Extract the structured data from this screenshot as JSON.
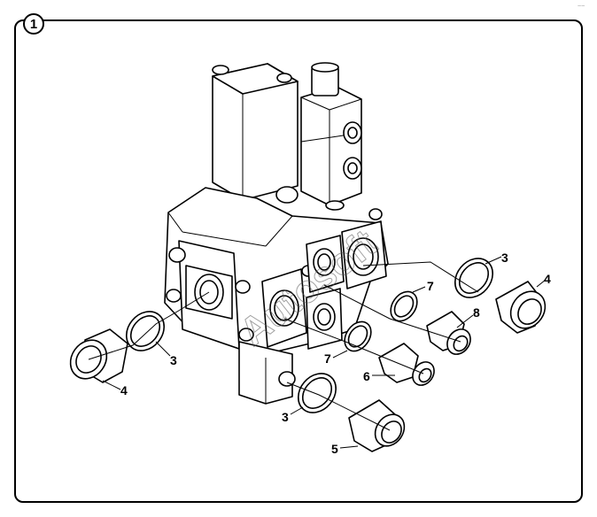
{
  "figure": {
    "badge": "1",
    "corner_mark": "~~",
    "watermark": "Autosoft"
  },
  "callouts": [
    {
      "id": "c3a",
      "label": "3"
    },
    {
      "id": "c4a",
      "label": "4"
    },
    {
      "id": "c7a",
      "label": "7"
    },
    {
      "id": "c8",
      "label": "8"
    },
    {
      "id": "c3b",
      "label": "3"
    },
    {
      "id": "c4b",
      "label": "4"
    },
    {
      "id": "c7b",
      "label": "7"
    },
    {
      "id": "c6",
      "label": "6"
    },
    {
      "id": "c3c",
      "label": "3"
    },
    {
      "id": "c5",
      "label": "5"
    }
  ]
}
